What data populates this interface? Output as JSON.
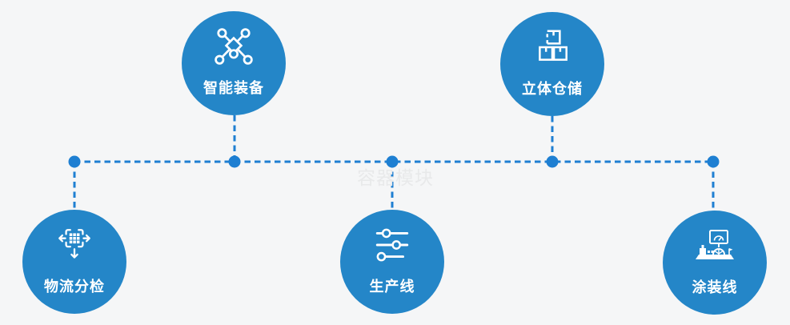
{
  "watermark": "容器模块",
  "colors": {
    "background": "#f5f6f7",
    "circle_blue": "#2486c8",
    "connector_blue": "#1e7fd2",
    "label_white": "#ffffff",
    "watermark_gray": "#e8e9ea"
  },
  "nodes": [
    {
      "id": "smart-equipment",
      "label": "智能装备",
      "icon": "network-nodes-icon"
    },
    {
      "id": "warehouse",
      "label": "立体仓储",
      "icon": "stacked-boxes-icon"
    },
    {
      "id": "logistics",
      "label": "物流分检",
      "icon": "sort-distribute-icon"
    },
    {
      "id": "production",
      "label": "生产线",
      "icon": "sliders-icon"
    },
    {
      "id": "coating",
      "label": "涂装线",
      "icon": "machine-station-icon"
    }
  ]
}
